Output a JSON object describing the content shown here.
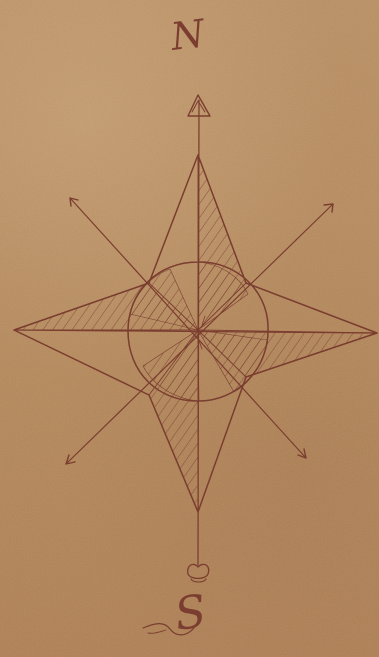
{
  "image": {
    "kind": "hand-drawn compass rose sketch",
    "colors": {
      "paper": "#b88b5c",
      "ink": "#7a3d2f"
    },
    "cardinal_labels": {
      "north": "N",
      "south": "S"
    }
  }
}
